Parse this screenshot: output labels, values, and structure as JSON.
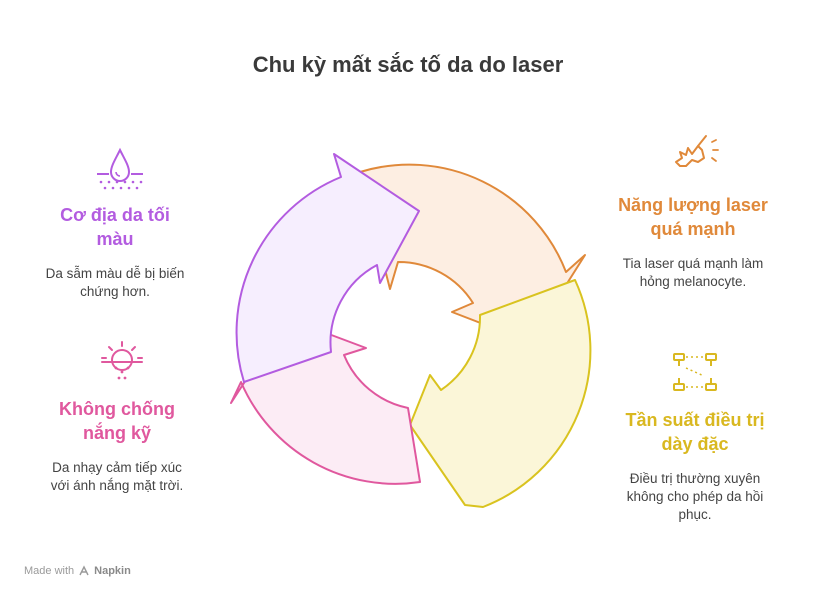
{
  "title": "Chu kỳ mất sắc tố da do laser",
  "colors": {
    "purple": "#b35ce0",
    "pink": "#e0589e",
    "orange": "#e0893a",
    "yellow": "#d9b820"
  },
  "steps": [
    {
      "id": "skin",
      "heading": "Cơ địa da tối màu",
      "description": "Da sẫm màu dễ bị biến chứng hơn.",
      "icon": "skin-drop-icon",
      "color": "#b35ce0"
    },
    {
      "id": "sun",
      "heading": "Không chống nắng kỹ",
      "description": "Da nhạy cảm tiếp xúc với ánh nắng mặt trời.",
      "icon": "sun-skin-icon",
      "color": "#e0589e"
    },
    {
      "id": "laser",
      "heading": "Năng lượng laser quá mạnh",
      "description": "Tia laser quá mạnh làm hỏng melanocyte.",
      "icon": "laser-hand-icon",
      "color": "#e0893a"
    },
    {
      "id": "frequency",
      "heading": "Tần suất điều trị dày đặc",
      "description": "Điều trị thường xuyên không cho phép da hồi phục.",
      "icon": "frequency-icon",
      "color": "#d9b820"
    }
  ],
  "footer": {
    "made_with": "Made with",
    "brand": "Napkin"
  }
}
